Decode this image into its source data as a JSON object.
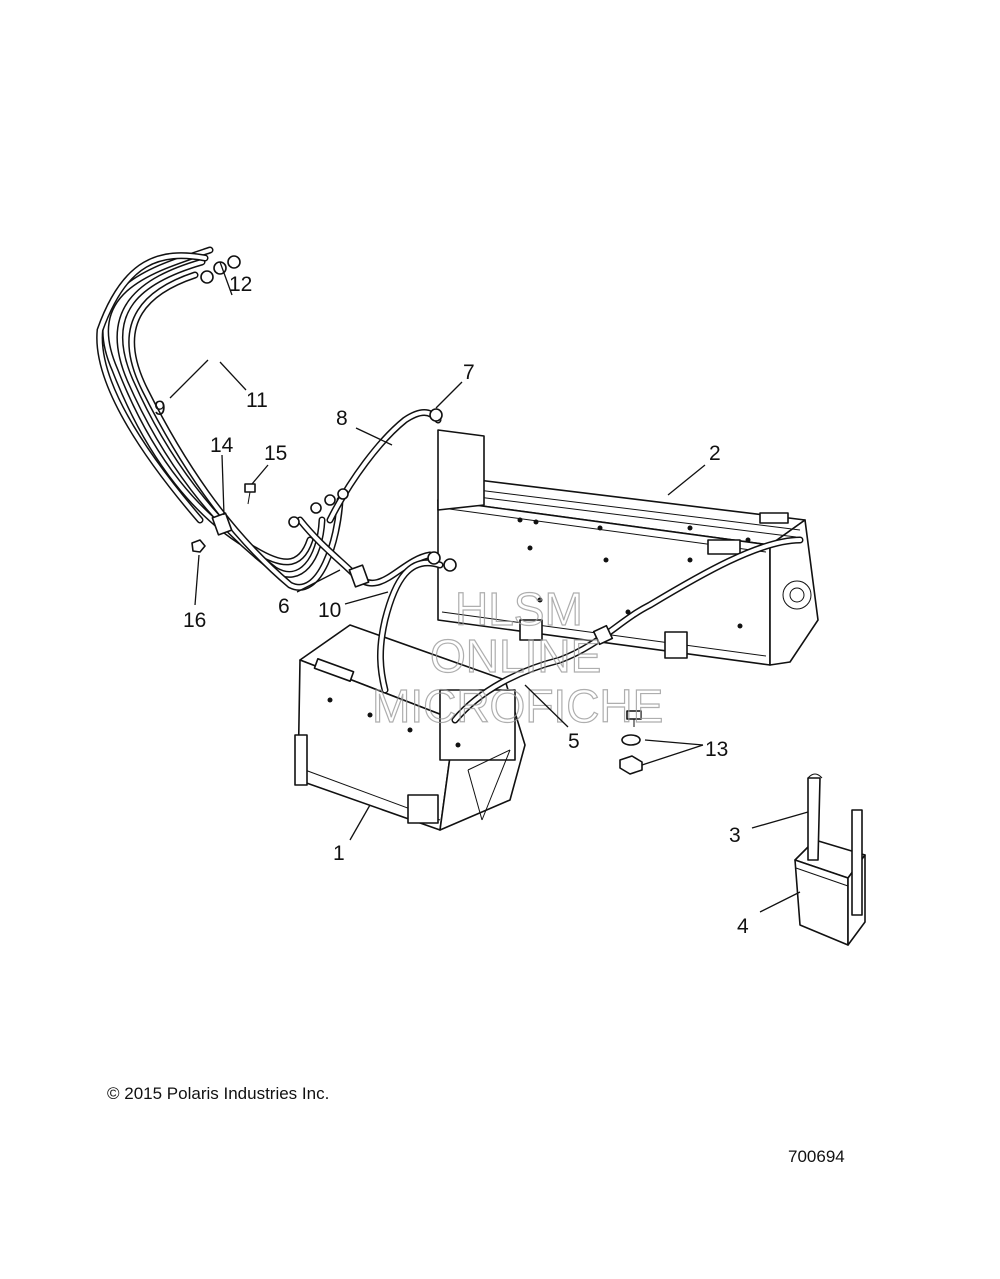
{
  "callouts": [
    "1",
    "2",
    "3",
    "4",
    "5",
    "6",
    "7",
    "8",
    "9",
    "10",
    "11",
    "12",
    "13",
    "14",
    "15",
    "16"
  ],
  "watermark": [
    "HLSM",
    "ONLINE",
    "MICROFICHE"
  ],
  "footer": {
    "copyright": "© 2015 Polaris Industries Inc.",
    "drawing_number": "700694"
  }
}
